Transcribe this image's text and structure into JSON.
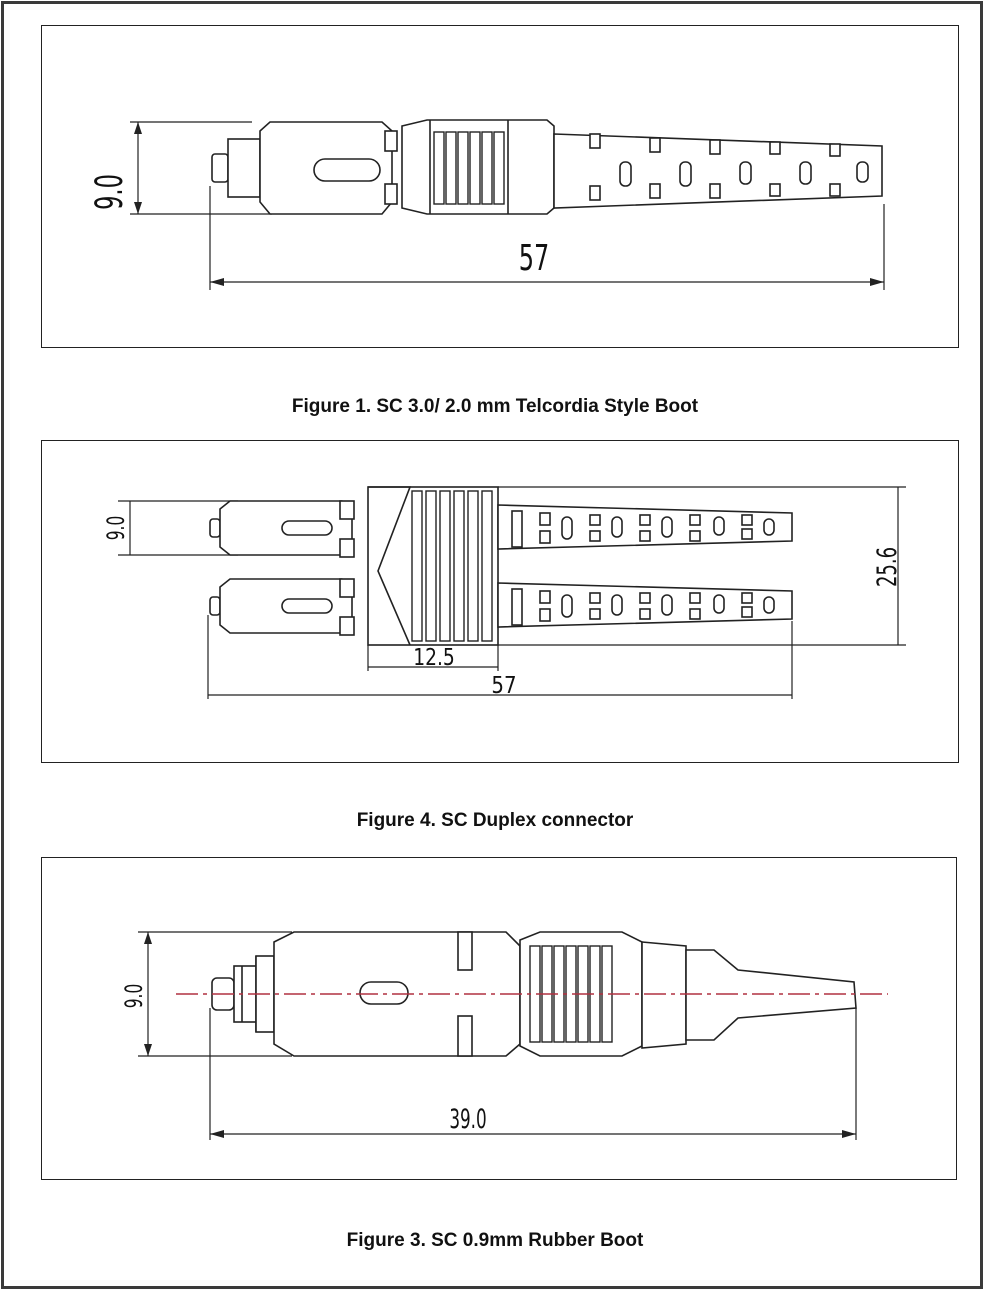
{
  "figures": [
    {
      "caption": "Figure 1. SC 3.0/ 2.0 mm Telcordia Style Boot",
      "dim_height": "9.0",
      "dim_length": "57"
    },
    {
      "caption": "Figure 4. SC Duplex connector",
      "dim_height": "9.0",
      "dim_total_height": "25.6",
      "dim_body_width": "12.5",
      "dim_length": "57"
    },
    {
      "caption": "Figure 3. SC 0.9mm Rubber Boot",
      "dim_height": "9.0",
      "dim_length": "39.0"
    }
  ],
  "colors": {
    "centerline": "#b03040",
    "line": "#222222"
  }
}
